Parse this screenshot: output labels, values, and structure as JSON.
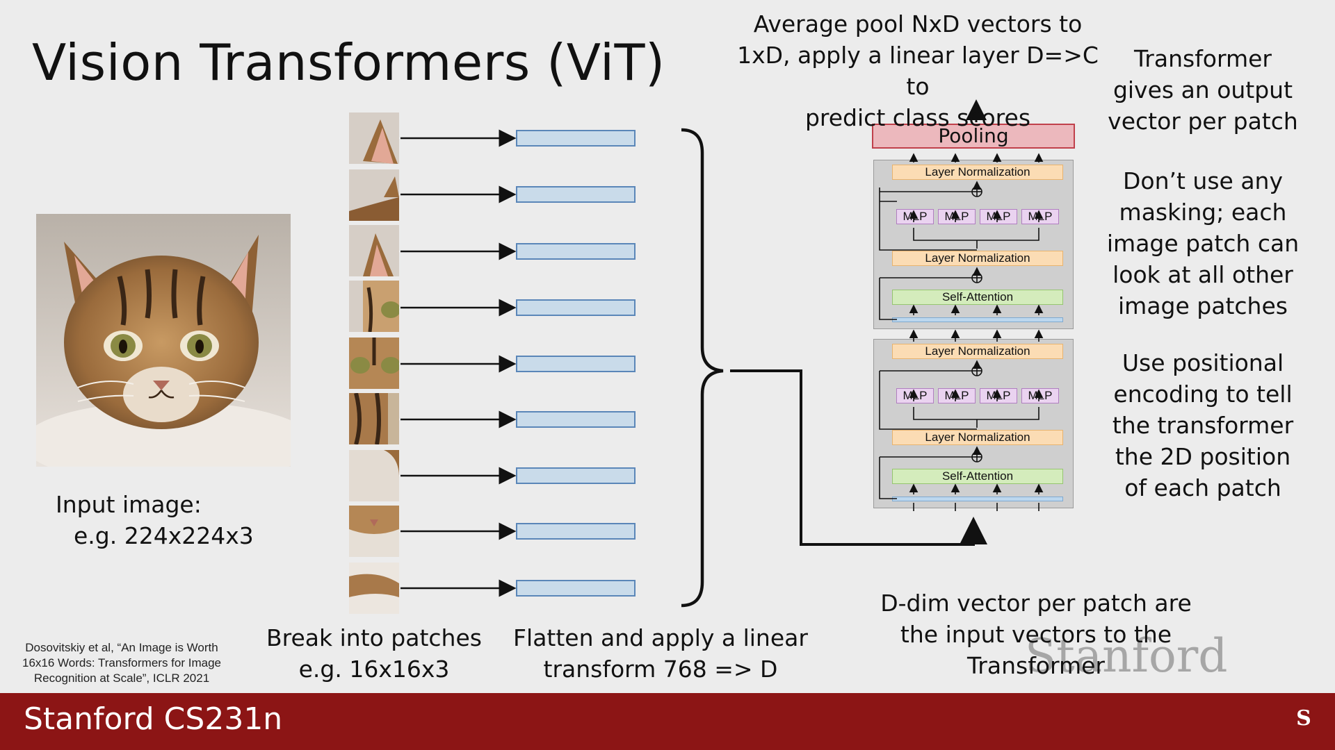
{
  "slide": {
    "title": "Vision Transformers (ViT)",
    "input_caption": [
      "Input image:",
      "e.g. 224x224x3"
    ],
    "patches_caption": [
      "Break into patches",
      "e.g. 16x16x3"
    ],
    "flatten_caption": [
      "Flatten and apply a linear",
      "transform 768 => D"
    ],
    "top_caption": [
      "Average pool NxD vectors to",
      "1xD, apply a linear layer D=>C to",
      "predict class scores"
    ],
    "bottom_caption": [
      "D-dim vector per patch are",
      "the input vectors to the",
      "Transformer"
    ],
    "right_notes": [
      [
        "Transformer",
        "gives an output",
        "vector per patch"
      ],
      [
        "Don’t use any",
        "masking; each",
        "image patch can",
        "look at all other",
        "image patches"
      ],
      [
        "Use positional",
        "encoding to tell",
        "the transformer",
        "the 2D position",
        "of each patch"
      ]
    ],
    "citation": [
      "Dosovitskiy et al, “An Image is Worth",
      "16x16 Words: Transformers for Image",
      "Recognition at Scale”, ICLR 2021"
    ],
    "footer": "Stanford CS231n",
    "watermark": "Stanford",
    "logo_letter": "S"
  },
  "transformer": {
    "pooling": "Pooling",
    "layer_norm": "Layer Normalization",
    "self_attention": "Self-Attention",
    "mlp": "MLP"
  },
  "colors": {
    "footer": "#8c1515",
    "vector_fill": "#c9dbea",
    "vector_border": "#5a86b8",
    "pooling_fill": "#ecb8bd",
    "layer_norm_fill": "#fbdcb4",
    "self_attention_fill": "#d4ecbc",
    "mlp_fill": "#ead3f0"
  },
  "icons": {
    "cat_image": "cat-photo",
    "patches": "cat-photo-patch",
    "logo": "stanford-tree-logo"
  }
}
